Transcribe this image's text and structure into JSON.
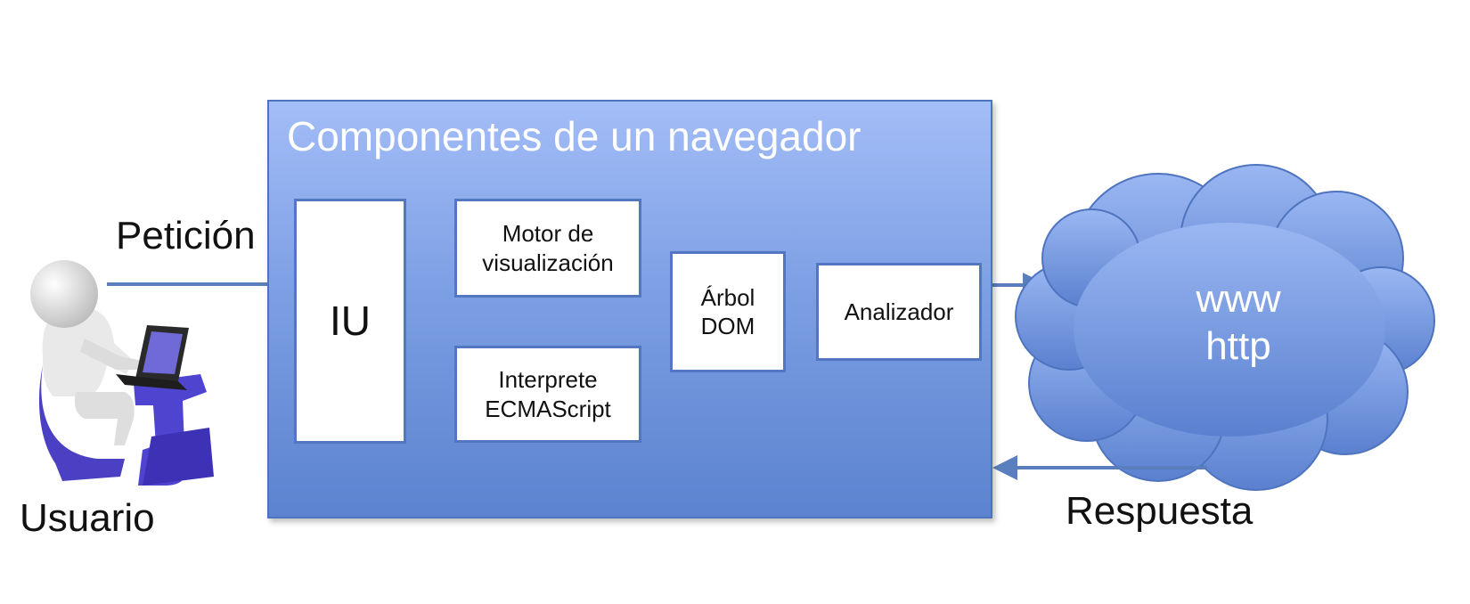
{
  "diagram": {
    "title": "Componentes de un navegador",
    "request_label": "Petición",
    "response_label": "Respuesta",
    "user_label": "Usuario",
    "components": {
      "ui": "IU",
      "rendering_engine": "Motor de\nvisualización",
      "ecmascript_interpreter": "Interprete\nECMAScript",
      "dom_tree": "Árbol\nDOM",
      "parser": "Analizador"
    },
    "cloud_text": "www\nhttp"
  },
  "colors": {
    "panel_top": "#a3bdf7",
    "panel_bottom": "#5b83cf",
    "box_border": "#5276c2",
    "flow_arrow": "#5b7fbe",
    "internal_arrow": "#b24a4a",
    "cloud_fill": "#7a9de0",
    "user_figure": "#e8e8e8",
    "user_chair": "#4b3fc4"
  },
  "icons": [
    "user-at-laptop-icon",
    "cloud-icon"
  ]
}
